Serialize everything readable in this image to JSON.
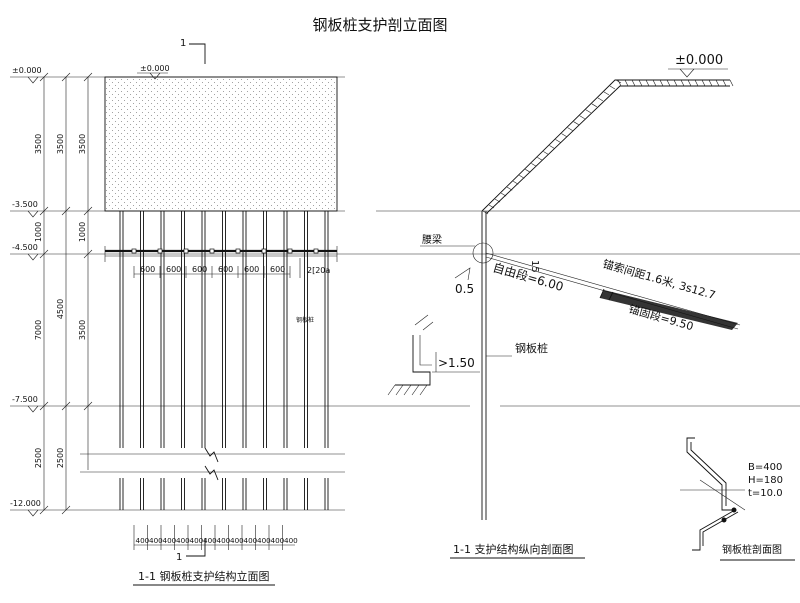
{
  "page_title": "钢板桩支护剖立面图",
  "section_marker": "1",
  "left_levels": [
    "±0.000",
    "-3.500",
    "-4.500",
    "-7.500",
    "-12.000"
  ],
  "top_level_label": "±0.000",
  "vertical_dims": {
    "col1": [
      "3500",
      "1000",
      "7000",
      "2500"
    ],
    "col2": [
      "3500",
      "4500",
      "2500"
    ],
    "col3": [
      "3500",
      "1000",
      "3500"
    ]
  },
  "spacing_600": [
    "600",
    "600",
    "600",
    "600",
    "600",
    "600"
  ],
  "waler_label": "2[20a",
  "pile_small_label": "钢板桩",
  "bottom_dims_400": [
    "400",
    "400",
    "400",
    "400",
    "400",
    "400",
    "400",
    "400",
    "400",
    "400",
    "400",
    "400"
  ],
  "left_caption": "1-1  钢板桩支护结构立面图",
  "right_section": {
    "top_level": "±0.000",
    "waist_beam": "腰梁",
    "free_length": "自由段=6.00",
    "anchor_spacing": "锚索间距1.6米, 3s12.7",
    "anchor_length": "锚固段=9.50",
    "dim_15": "15",
    "dim_05": "0.5",
    "dim_150": ">1.50",
    "pile_label": "钢板桩",
    "caption": "1-1  支护结构纵向剖面图"
  },
  "profile": {
    "B": "B=400",
    "H": "H=180",
    "t": "t=10.0",
    "caption": "钢板桩剖面图"
  }
}
